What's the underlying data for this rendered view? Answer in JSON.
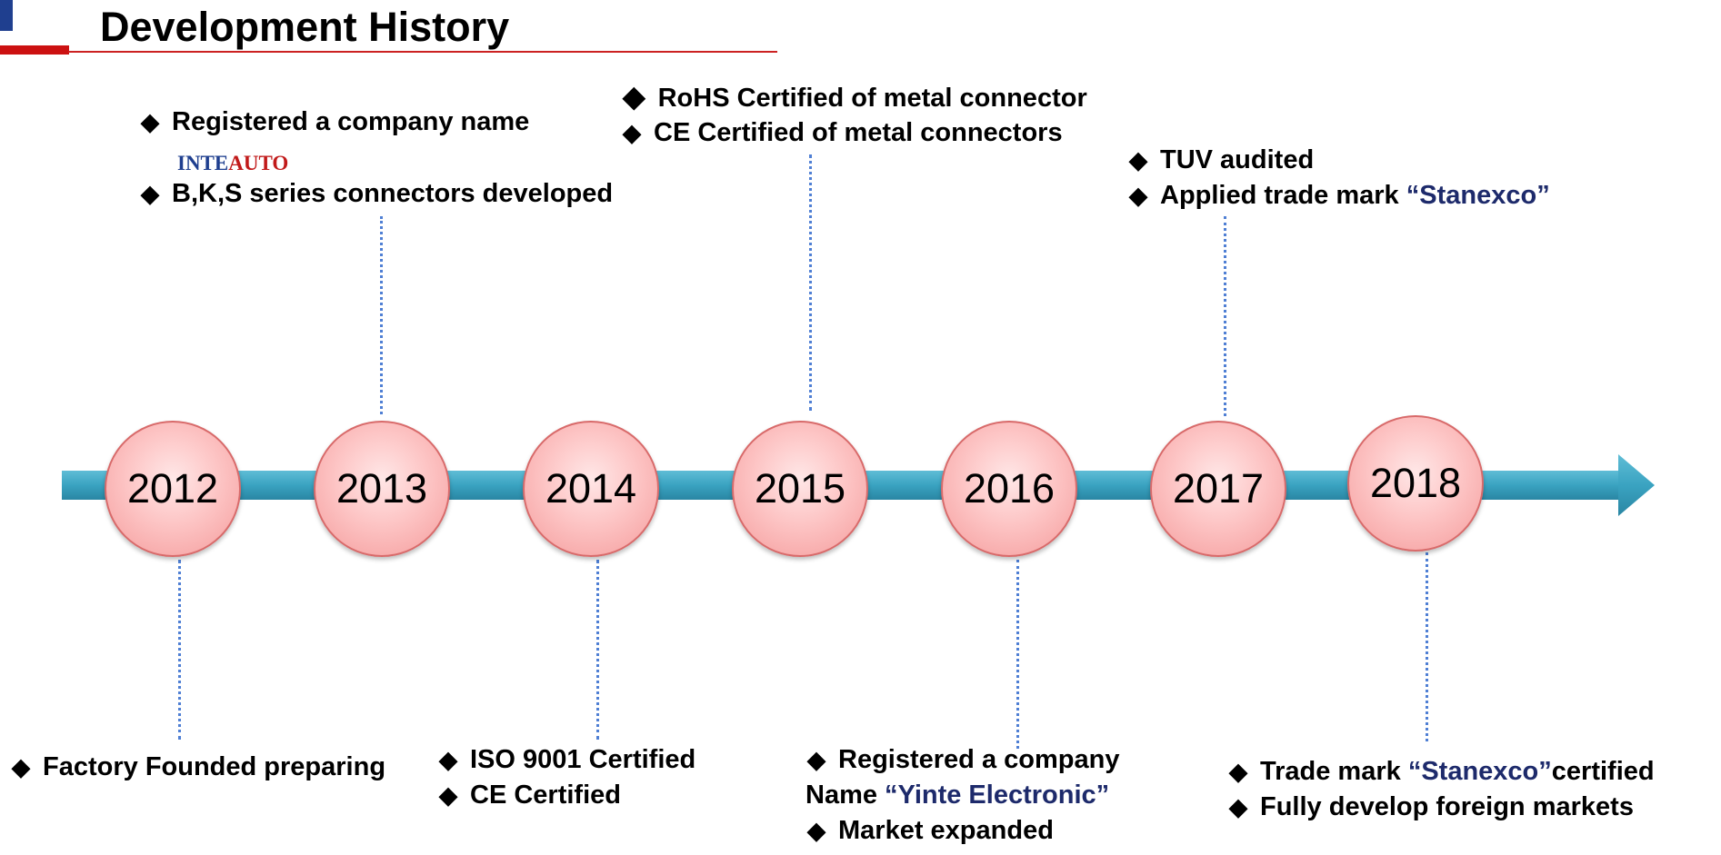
{
  "title": "Development History",
  "years": [
    "2012",
    "2013",
    "2014",
    "2015",
    "2016",
    "2017",
    "2018"
  ],
  "logo": {
    "part1": "INTE",
    "part2": "AUTO"
  },
  "above": {
    "y2013": {
      "line1": "Registered a company name",
      "line2": "B,K,S series connectors developed"
    },
    "y2015": {
      "line1": "RoHS Certified of metal connector",
      "line2": "CE Certified of metal connectors"
    },
    "y2017": {
      "line1": "TUV audited",
      "line2_prefix": "Applied trade mark ",
      "line2_highlight": "“Stanexco”"
    }
  },
  "below": {
    "y2012": {
      "line1": "Factory Founded preparing"
    },
    "y2014": {
      "line1": "ISO 9001 Certified",
      "line2": "CE Certified"
    },
    "y2016": {
      "line1": "Registered a company",
      "line2_prefix": "Name ",
      "line2_highlight": "“Yinte Electronic”",
      "line3": "Market expanded"
    },
    "y2018": {
      "line1_prefix": "Trade mark ",
      "line1_highlight": "“Stanexco”",
      "line1_suffix": "certified",
      "line2": "Fully develop foreign markets"
    }
  },
  "bullet_symbol": "◆",
  "colors": {
    "arrow": "#3aa3c1",
    "circle": "#fbb8b8",
    "highlight": "#1d2a6b",
    "title_rule": "#cc2222",
    "connector": "#4f7fd4"
  }
}
